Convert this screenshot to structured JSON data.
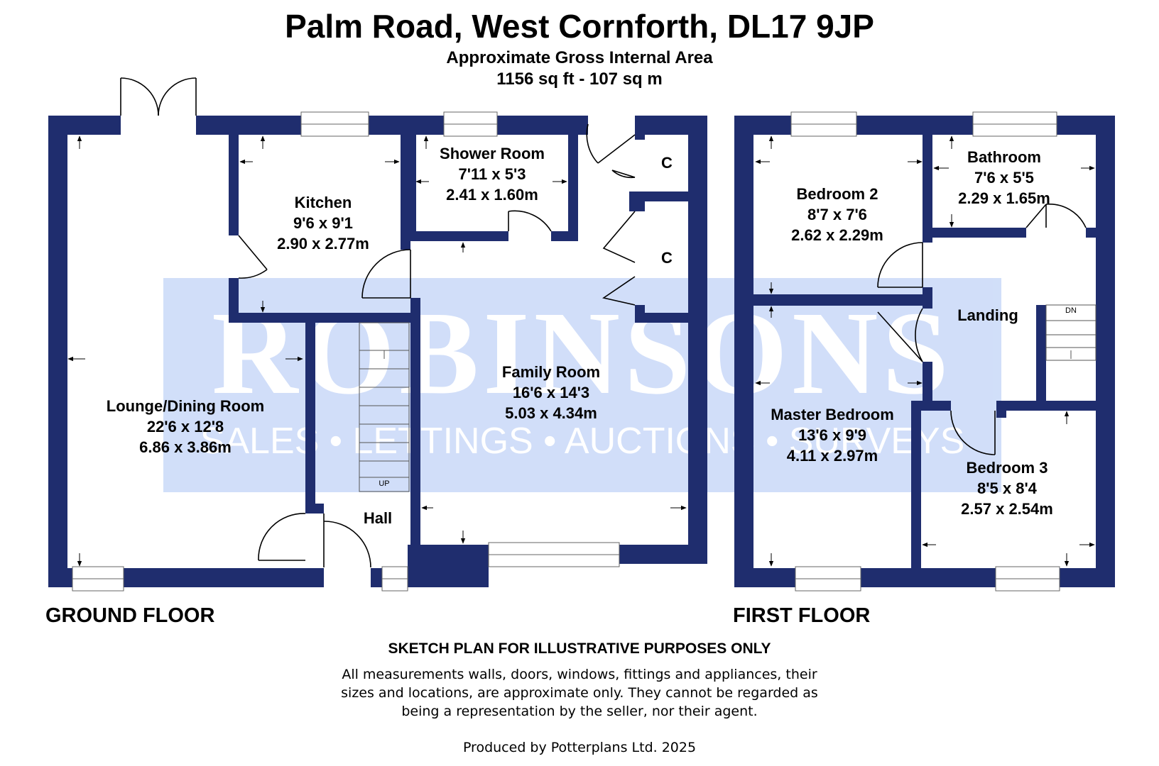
{
  "header": {
    "title": "Palm Road, West Cornforth, DL17 9JP",
    "area_label": "Approximate Gross Internal Area",
    "area_value": "1156 sq ft - 107 sq m"
  },
  "watermark": {
    "name": "ROBINSONS",
    "tagline": "SALES • LETTINGS • AUCTIONS • SURVEYS"
  },
  "ground_floor": {
    "label": "GROUND FLOOR",
    "rooms": {
      "lounge": {
        "name": "Lounge/Dining Room",
        "imperial": "22'6 x 12'8",
        "metric": "6.86 x 3.86m"
      },
      "kitchen": {
        "name": "Kitchen",
        "imperial": "9'6 x 9'1",
        "metric": "2.90 x 2.77m"
      },
      "shower": {
        "name": "Shower Room",
        "imperial": "7'11 x 5'3",
        "metric": "2.41 x 1.60m"
      },
      "family": {
        "name": "Family Room",
        "imperial": "16'6 x 14'3",
        "metric": "5.03 x 4.34m"
      },
      "hall": {
        "name": "Hall"
      }
    },
    "cupboard_1": "C",
    "cupboard_2": "C",
    "stairs_label": "UP"
  },
  "first_floor": {
    "label": "FIRST FLOOR",
    "rooms": {
      "bedroom2": {
        "name": "Bedroom 2",
        "imperial": "8'7 x 7'6",
        "metric": "2.62 x 2.29m"
      },
      "bathroom": {
        "name": "Bathroom",
        "imperial": "7'6 x 5'5",
        "metric": "2.29 x 1.65m"
      },
      "landing": {
        "name": "Landing"
      },
      "master": {
        "name": "Master Bedroom",
        "imperial": "13'6 x 9'9",
        "metric": "4.11 x 2.97m"
      },
      "bedroom3": {
        "name": "Bedroom 3",
        "imperial": "8'5 x 8'4",
        "metric": "2.57 x 2.54m"
      }
    },
    "stairs_label": "DN"
  },
  "footer": {
    "sketch_notice": "SKETCH PLAN FOR ILLUSTRATIVE PURPOSES ONLY",
    "disclaimer_line1": "All measurements walls, doors, windows, fittings and appliances, their",
    "disclaimer_line2": "sizes and locations, are approximate only. They cannot be regarded as",
    "disclaimer_line3": "being a representation by the seller, nor their agent.",
    "producer": "Produced by Potterplans Ltd. 2025"
  },
  "colors": {
    "wall": "#1f2d6e",
    "watermark_bg": "#c9d9f8"
  }
}
